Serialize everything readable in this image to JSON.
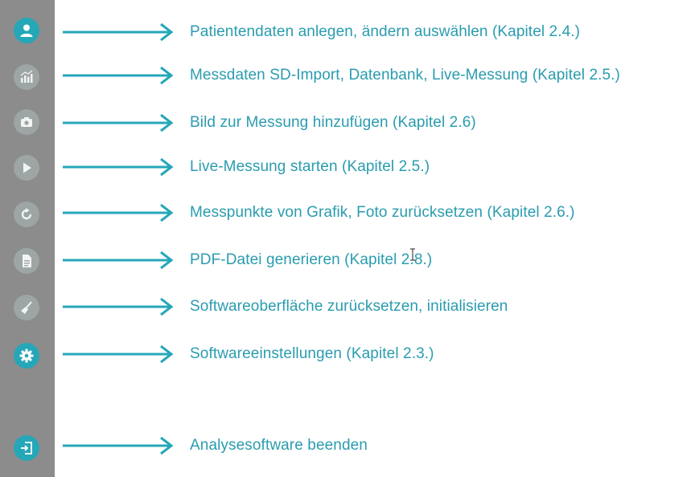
{
  "colors": {
    "sidebar": "#8c8c8c",
    "accent": "#25a7b8",
    "text": "#2a9caf"
  },
  "items": [
    {
      "icon": "user-icon",
      "label": "Patientendaten anlegen, ändern auswählen  (Kapitel 2.4.)"
    },
    {
      "icon": "chart-bars-icon",
      "label": "Messdaten SD-Import, Datenbank, Live-Messung (Kapitel 2.5.)"
    },
    {
      "icon": "camera-icon",
      "label": "Bild zur Messung hinzufügen (Kapitel 2.6)"
    },
    {
      "icon": "play-icon",
      "label": "Live-Messung starten (Kapitel 2.5.)"
    },
    {
      "icon": "reset-icon",
      "label": "Messpunkte von Grafik, Foto zurücksetzen (Kapitel 2.6.)"
    },
    {
      "icon": "pdf-icon",
      "label": "PDF-Datei generieren (Kapitel 2.8.)"
    },
    {
      "icon": "broom-icon",
      "label": "Softwareoberfläche zurücksetzen, initialisieren"
    },
    {
      "icon": "gear-icon",
      "label": "Softwareeinstellungen (Kapitel 2.3.)"
    },
    {
      "icon": "exit-icon",
      "label": "Analysesoftware beenden"
    }
  ]
}
